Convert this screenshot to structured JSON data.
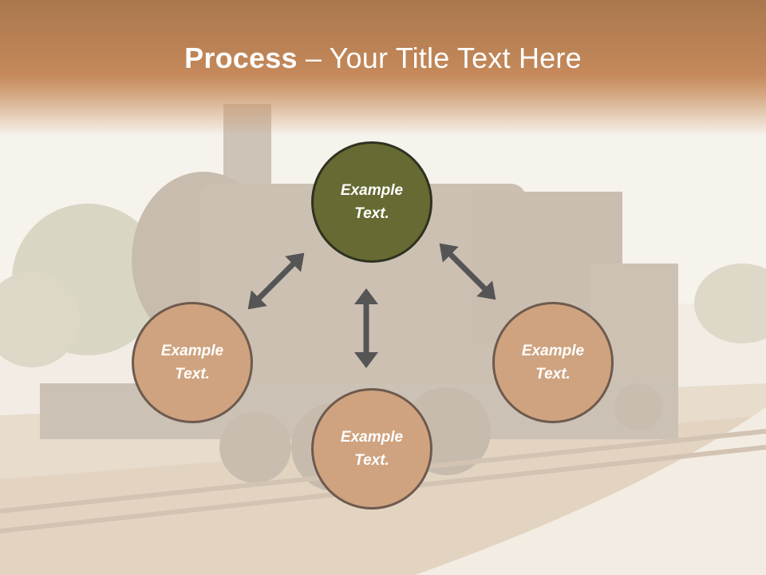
{
  "slide": {
    "title_bold": "Process",
    "title_rest": " – Your Title Text Here"
  },
  "diagram": {
    "center_node": "Example Text.",
    "left_node": "Example Text.",
    "right_node": "Example Text.",
    "bottom_node": "Example Text."
  },
  "colors": {
    "header": "#c5895a",
    "accent_node": "#676a32",
    "node_fill": "#cfa37f",
    "arrow": "#555555"
  }
}
